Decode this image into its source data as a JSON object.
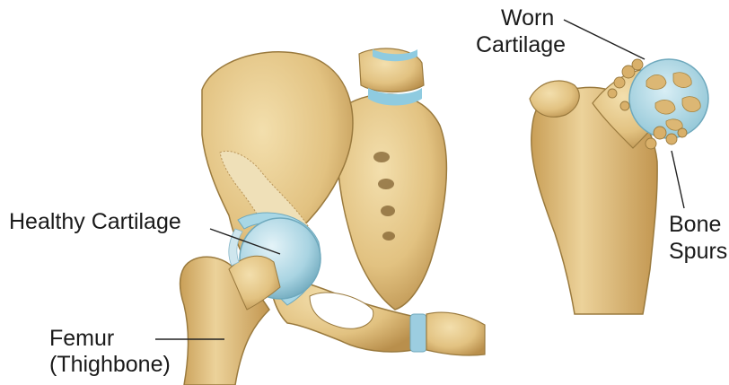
{
  "labels": {
    "healthy_cartilage": "Healthy Cartilage",
    "femur_line1": "Femur",
    "femur_line2": "(Thighbone)",
    "worn_line1": "Worn",
    "worn_line2": "Cartilage",
    "spurs_line1": "Bone",
    "spurs_line2": "Spurs"
  },
  "colors": {
    "bone": "#e6c98a",
    "bone_shadow": "#c9a561",
    "bone_outline": "#9a7a3e",
    "cartilage": "#b7dde8",
    "cartilage_dark": "#7fb9cc",
    "spur": "#d9b06a",
    "leader_line": "#222222"
  }
}
